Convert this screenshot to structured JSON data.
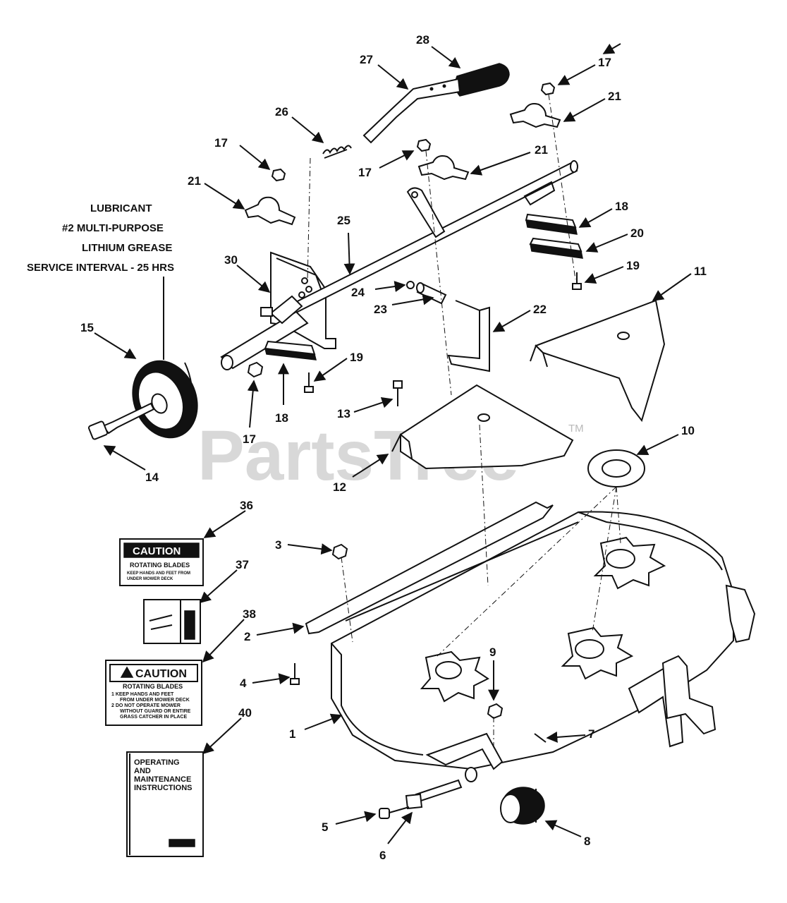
{
  "note": {
    "line1": "LUBRICANT",
    "line2": "#2 MULTI-PURPOSE",
    "line3": "LITHIUM GREASE",
    "line4": "SERVICE INTERVAL - 25 HRS"
  },
  "watermark": {
    "text": "PartsTree",
    "tm": "TM"
  },
  "labels": {
    "caution_36": {
      "title": "CAUTION",
      "sub": "ROTATING BLADES",
      "line1": "KEEP HANDS AND FEET FROM",
      "line2": "UNDER MOWER DECK"
    },
    "caution_38": {
      "title": "CAUTION",
      "sub": "ROTATING BLADES",
      "line1": "1  KEEP HANDS AND FEET",
      "line2": "FROM UNDER MOWER DECK",
      "line3": "2  DO NOT OPERATE MOWER",
      "line4": "WITHOUT GUARD OR ENTIRE",
      "line5": "GRASS CATCHER IN PLACE"
    },
    "manual_40": {
      "line1": "OPERATING",
      "line2": "AND",
      "line3": "MAINTENANCE",
      "line4": "INSTRUCTIONS"
    }
  },
  "callouts": {
    "c1": "1",
    "c2": "2",
    "c3": "3",
    "c4": "4",
    "c5": "5",
    "c6": "6",
    "c7": "7",
    "c8": "8",
    "c9": "9",
    "c10": "10",
    "c11": "11",
    "c12": "12",
    "c13": "13",
    "c14": "14",
    "c15": "15",
    "c17a": "17",
    "c17b": "17",
    "c17c": "17",
    "c17d": "17",
    "c18a": "18",
    "c18b": "18",
    "c19a": "19",
    "c19b": "19",
    "c20": "20",
    "c21a": "21",
    "c21b": "21",
    "c21c": "21",
    "c22": "22",
    "c23": "23",
    "c24": "24",
    "c25": "25",
    "c26": "26",
    "c27": "27",
    "c28": "28",
    "c30": "30",
    "c36": "36",
    "c37": "37",
    "c38": "38",
    "c40": "40"
  }
}
